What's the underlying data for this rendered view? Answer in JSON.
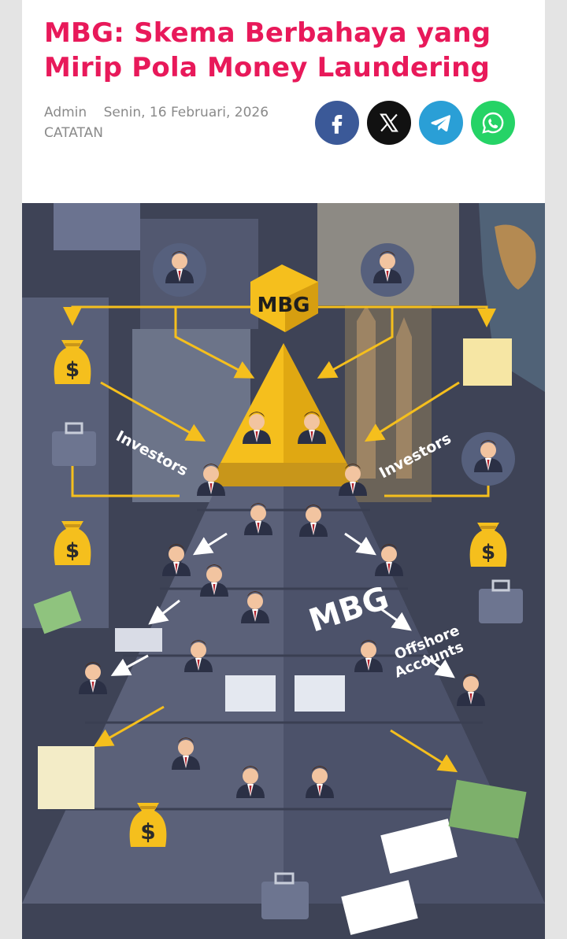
{
  "article": {
    "title": "MBG: Skema Berbahaya yang Mirip Pola Money Laundering",
    "author": "Admin",
    "date": "Senin, 16 Februari, 2026",
    "category": "CATATAN"
  },
  "share": {
    "facebook_color": "#3b5998",
    "x_color": "#111111",
    "telegram_color": "#2a9fd6",
    "whatsapp_color": "#25d366"
  },
  "illustration": {
    "top_label": "MBG",
    "left_label": "Investors",
    "right_label": "Investors",
    "middle_label": "MBG",
    "offshore_line1": "Offshore",
    "offshore_line2": "Accounts",
    "money_symbol": "$",
    "accent_color": "#f5bf1d",
    "pyramid_color": "#5b6179"
  }
}
